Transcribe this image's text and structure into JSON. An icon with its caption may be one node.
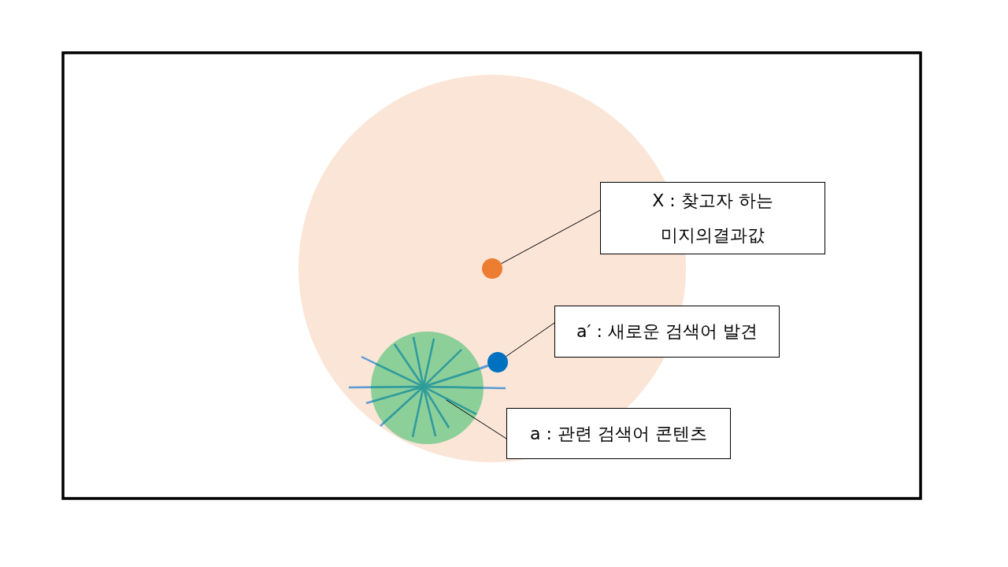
{
  "diagram": {
    "nodes": [
      {
        "text": [
          "X : 찾고자 하는 미지의결과값"
        ]
      },
      {
        "text": [],
        "shape": "circle"
      },
      {
        "text": [
          "a′ : 새로운 검색어 발견"
        ]
      },
      {
        "text": [],
        "shape": "circle"
      },
      {
        "text": [],
        "shape": "circle"
      },
      {
        "text": [
          "a : 관련 검색어 콘텐츠"
        ]
      }
    ],
    "edges": [
      {
        "from": 0,
        "to": 1,
        "arrow": "none"
      },
      {
        "from": 2,
        "to": 3,
        "arrow": "none"
      },
      {
        "from": 5,
        "to": 4,
        "arrow": "none"
      },
      {
        "from": 4,
        "to": 3,
        "arrow": "none",
        "style": "thick",
        "color": "#5b9bd5"
      }
    ]
  }
}
